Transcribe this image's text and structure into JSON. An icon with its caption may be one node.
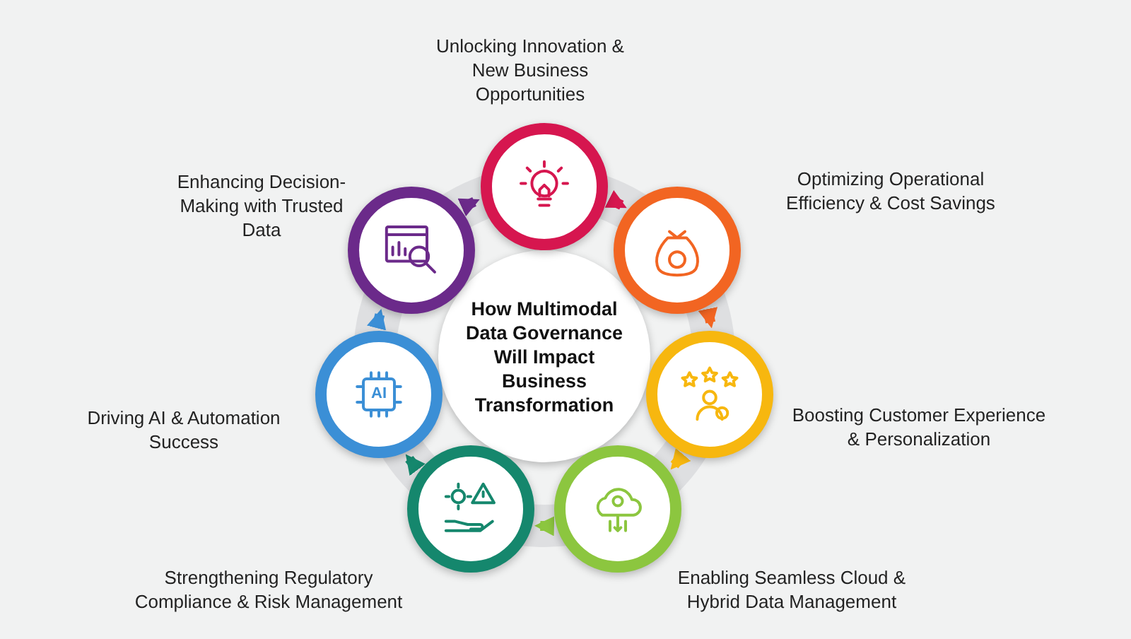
{
  "diagram": {
    "nodes": [
      {
        "text": [
          "How Multimodal Data Governance Will Impact Business Transformation"
        ]
      },
      {
        "text": [],
        "shape": "circle",
        "beside": [
          "Unlocking Innovation & New Business Opportunities"
        ]
      },
      {
        "text": [],
        "shape": "circle",
        "beside": [
          "Optimizing Operational Efficiency & Cost Savings"
        ]
      },
      {
        "text": [],
        "shape": "circle",
        "beside": [
          "Boosting Customer Experience & Personalization"
        ]
      },
      {
        "text": [],
        "shape": "circle",
        "beside": [
          "Enabling Seamless Cloud & Hybrid Data Management"
        ]
      },
      {
        "text": [],
        "shape": "circle",
        "beside": [
          "Strengthening Regulatory Compliance & Risk Management"
        ]
      },
      {
        "text": [],
        "shape": "circle",
        "beside": [
          "Driving AI & Automation Success"
        ]
      },
      {
        "text": [],
        "shape": "circle",
        "beside": [
          "Enhancing Decision-Making with Trusted Data"
        ]
      }
    ],
    "edges": [
      {
        "from": 1,
        "to": 2,
        "arrow": "to",
        "color": "#d6164f"
      },
      {
        "from": 2,
        "to": 3,
        "arrow": "to",
        "color": "#f26522"
      },
      {
        "from": 3,
        "to": 4,
        "arrow": "to",
        "color": "#f7b70f"
      },
      {
        "from": 4,
        "to": 5,
        "arrow": "to",
        "color": "#8cc63f"
      },
      {
        "from": 5,
        "to": 6,
        "arrow": "to",
        "color": "#15876d"
      },
      {
        "from": 6,
        "to": 7,
        "arrow": "to",
        "color": "#3b8fd6"
      },
      {
        "from": 7,
        "to": 1,
        "arrow": "to",
        "color": "#6b2a8a"
      }
    ],
    "labels": [
      "AI"
    ]
  }
}
